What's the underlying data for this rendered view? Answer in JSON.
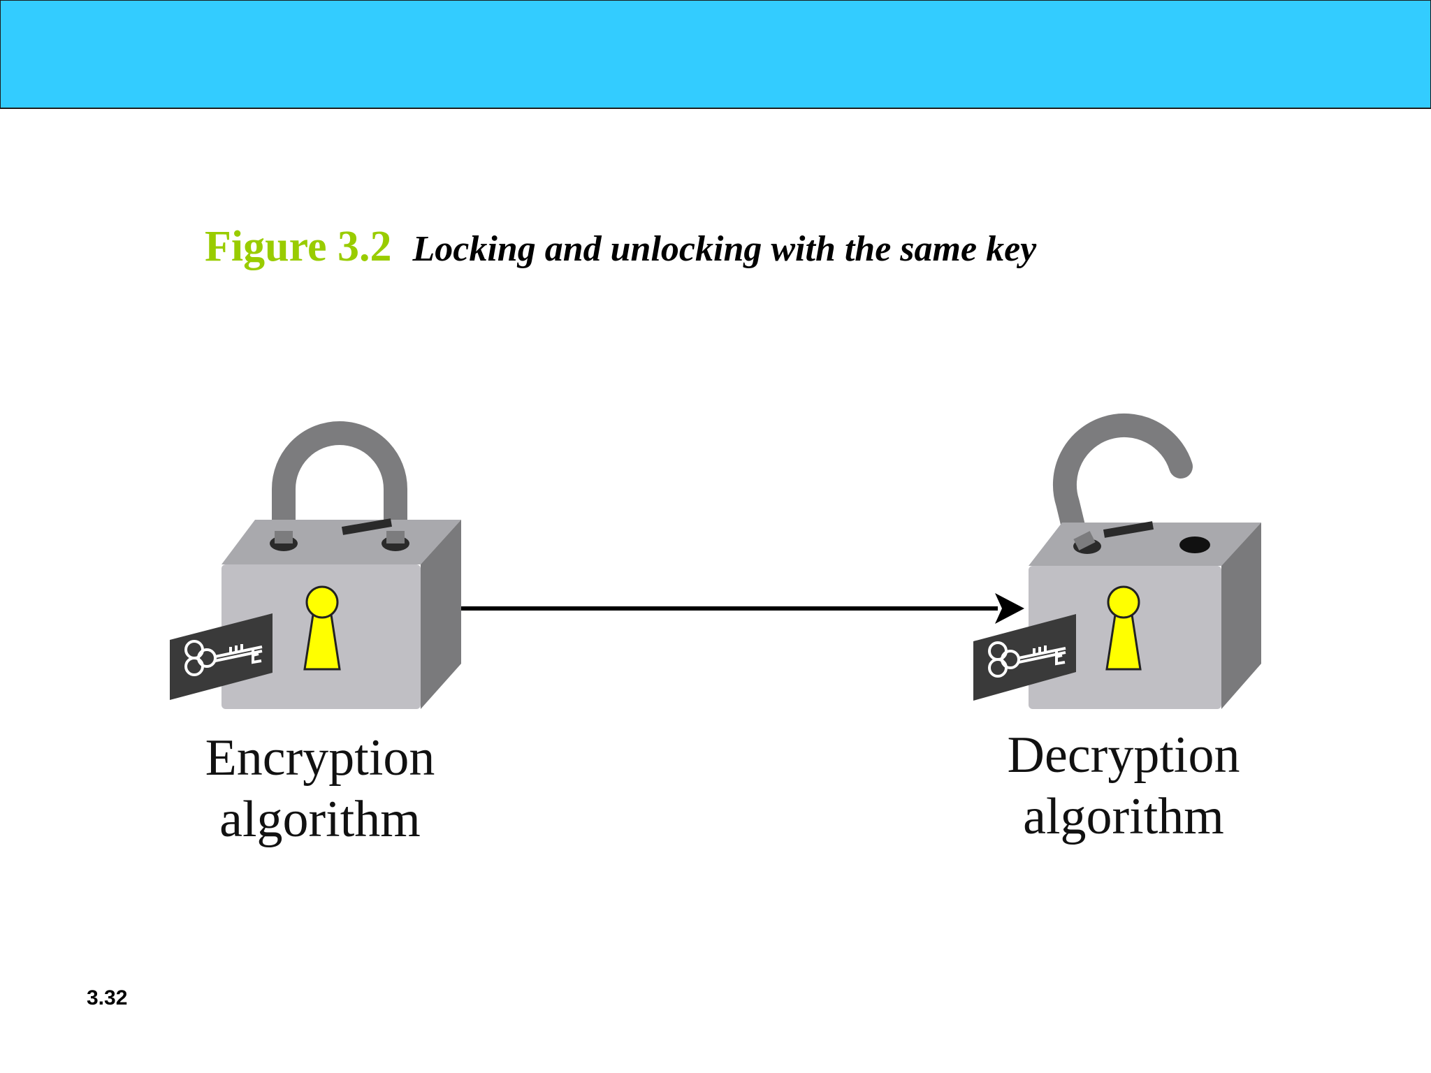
{
  "slide": {
    "header_color": "#33ccff",
    "number": "3.32"
  },
  "figure": {
    "number": "Figure 3.2",
    "number_color": "#99cc00",
    "title": "Locking and unlocking with the same key"
  },
  "diagram": {
    "encryption_label": {
      "line1": "Encryption",
      "line2": "algorithm"
    },
    "decryption_label": {
      "line1": "Decryption",
      "line2": "algorithm"
    },
    "colors": {
      "lock_front": "#c0bfc4",
      "lock_top": "#a9a9ad",
      "lock_side": "#7a7a7c",
      "shackle": "#7c7c7e",
      "keyhole": "#ffff00",
      "key_card": "#3a3a3a",
      "arrow": "#000000"
    },
    "icons": {
      "left_lock": "closed-padlock-icon",
      "right_lock": "open-padlock-icon",
      "key": "key-icon"
    }
  }
}
